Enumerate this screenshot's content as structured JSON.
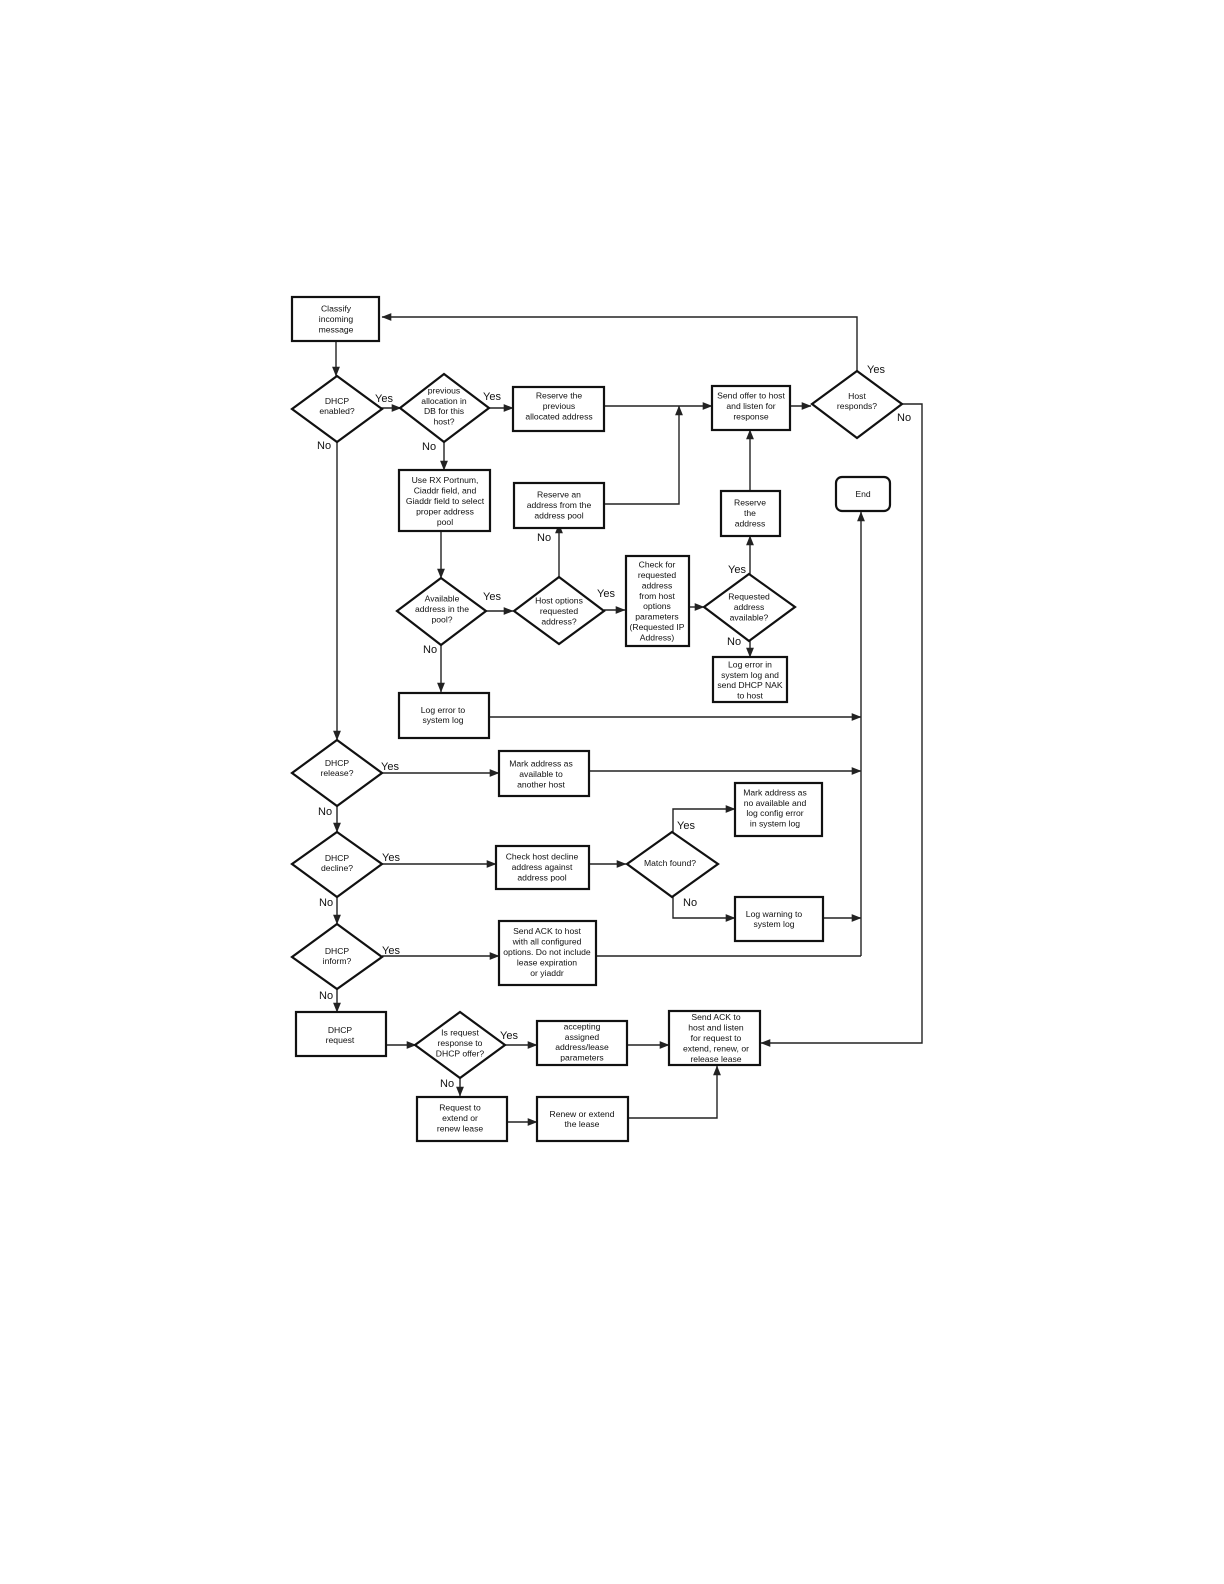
{
  "diagram": {
    "nodes": {
      "classify": "Classify\nincoming\nmessage",
      "dhcp_enabled": "DHCP\nenabled?",
      "prev_alloc": "previous\nallocation in\nDB for this\nhost?",
      "reserve_prev": "Reserve the\nprevious\nallocated address",
      "send_offer": "Send offer to host\nand listen for\nresponse",
      "host_responds": "Host\nresponds?",
      "use_rx": "Use RX Portnum,\nCiaddr field, and\nGiaddr field to select\nproper address\npool",
      "reserve_pool": "Reserve an\naddress from the\naddress pool",
      "reserve_addr": "Reserve\nthe\naddress",
      "end": "End",
      "available": "Available\naddress in the\npool?",
      "host_options": "Host options\nrequested\naddress?",
      "check_req": "Check for\nrequested\naddress\nfrom host\noptions\nparameters\n(Requested IP\nAddress)",
      "req_avail": "Requested\naddress\navailable?",
      "log_nak": "Log error in\nsystem log and\nsend DHCP NAK\nto host",
      "log_error": "Log error to\nsystem log",
      "dhcp_release": "DHCP\nrelease?",
      "mark_avail": "Mark address as\navailable to\nanother host",
      "mark_noavail": "Mark address as\nno available and\nlog config error\nin system log",
      "dhcp_decline": "DHCP\ndecline?",
      "check_decline": "Check host decline\naddress against\naddress pool",
      "match_found": "Match found?",
      "log_warning": "Log warning to\nsystem log",
      "dhcp_inform": "DHCP\ninform?",
      "send_ack_inform": "Send ACK to host\nwith all configured\noptions. Do not include\nlease expiration\nor yiaddr",
      "dhcp_request": "DHCP\nrequest",
      "is_request": "Is request\nresponse to\nDHCP offer?",
      "accepting": "accepting\nassigned\naddress/lease\nparameters",
      "send_ack_listen": "Send ACK to\nhost and listen\nfor request to\nextend, renew, or\nrelease lease",
      "request_extend": "Request to\nextend or\nrenew lease",
      "renew": "Renew or extend\nthe lease"
    },
    "edge_labels": {
      "yes": "Yes",
      "no": "No"
    }
  }
}
